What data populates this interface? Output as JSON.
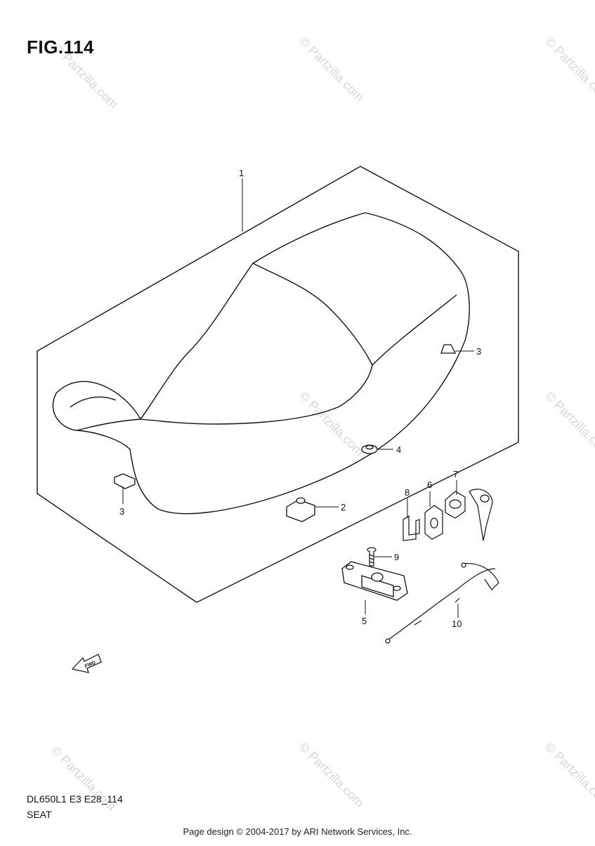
{
  "figure": {
    "title": "FIG.114"
  },
  "diagram_code": "DL650L1 E3 E28_114",
  "section_name": "SEAT",
  "footer_text": "Page design © 2004-2017 by ARI Network Services, Inc.",
  "watermark_text": "© Partzilla.com",
  "fwd_label": "FWD",
  "callouts": {
    "seat": "1",
    "cushion": "2",
    "bumper_rear": "3",
    "bumper_front": "3",
    "nut": "4",
    "latch_plate": "5",
    "lock_holder": "6",
    "seat_lock": "7",
    "clip": "8",
    "screw": "9",
    "cable": "10"
  }
}
